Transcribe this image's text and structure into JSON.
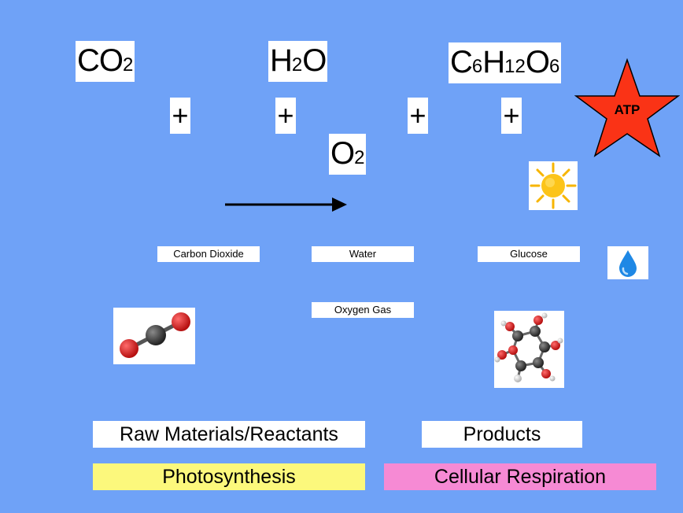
{
  "formulas": {
    "co2": {
      "p1": "CO",
      "s1": "2"
    },
    "h2o": {
      "p1": "H",
      "s1": "2",
      "p2": "O"
    },
    "glucose": {
      "p1": "C",
      "s1": "6",
      "p2": "H",
      "s2": "12",
      "p3": "O",
      "s3": "6"
    },
    "o2": {
      "p1": "O",
      "s1": "2"
    }
  },
  "plus_signs": [
    "+",
    "+",
    "+",
    "+"
  ],
  "atp_label": "ATP",
  "labels": {
    "carbon_dioxide": "Carbon Dioxide",
    "water": "Water",
    "glucose": "Glucose",
    "oxygen_gas": "Oxygen Gas"
  },
  "categories": {
    "reactants": "Raw Materials/Reactants",
    "products": "Products"
  },
  "processes": {
    "photosynthesis": "Photosynthesis",
    "cellular_respiration": "Cellular Respiration"
  },
  "colors": {
    "background": "#6fa2f7",
    "photosynthesis": "#fcf87c",
    "cellular_respiration": "#f68ad4",
    "atp_star": "#fa3316",
    "arrow": "#000000"
  },
  "icons": {
    "sun": "sun-icon",
    "water_drop": "water-drop-icon",
    "co2_molecule": "co2-molecule-icon",
    "glucose_molecule": "glucose-molecule-icon",
    "arrow": "arrow-right-icon",
    "atp_star": "star-icon"
  }
}
